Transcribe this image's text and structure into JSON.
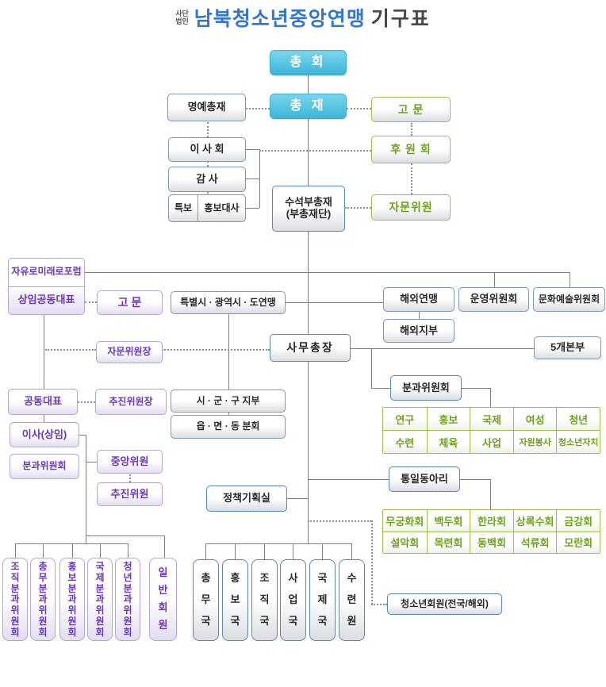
{
  "title": {
    "corp_type_line1": "사단",
    "corp_type_line2": "법인",
    "org_name": "남북청소년중앙연맹",
    "doc_type": "기구표"
  },
  "nodes": {
    "general_assembly": "총 회",
    "president": "총 재",
    "honorary_president": "명예총재",
    "advisors_green": "고 문",
    "board": "이 사 회",
    "auditor": "감 사",
    "special_advisor": "특보",
    "pr_ambassador": "홍보대사",
    "supporters": "후 원 회",
    "senior_vice_president": "수석부총재",
    "senior_vice_president_sub": "(부총재단)",
    "advisory_members": "자문위원",
    "forum": "자유로미래로포럼",
    "standing_co_representative": "상임공동대표",
    "advisors_purple": "고 문",
    "metro_federation": "특별시 · 광역시 · 도연맹",
    "overseas_federation": "해외연맹",
    "operating_committee": "운영위원회",
    "culture_arts_committee": "문화예술위원회",
    "overseas_branch": "해외지부",
    "advisory_chairman": "자문위원장",
    "secretary_general": "사무총장",
    "five_headquarters": "5개본부",
    "subcommittee_hq": "분과위원회",
    "co_representative": "공동대표",
    "promotion_chairman": "추진위원장",
    "city_county_district_branch": "시 · 군 · 구 지부",
    "township_branch": "읍 · 면 · 동 분회",
    "director_standing": "이사(상임)",
    "subcommittee_left": "분과위원회",
    "central_member": "중앙위원",
    "promotion_member": "추진위원",
    "unification_clubs": "통일동아리",
    "policy_planning_office": "정책기획실",
    "youth_members": "청소년회원(전국/해외)"
  },
  "subcommittee_table": {
    "rows": [
      [
        "연구",
        "홍보",
        "국제",
        "여성",
        "청년"
      ],
      [
        "수련",
        "체육",
        "사업",
        "자원봉사",
        "청소년자치"
      ]
    ]
  },
  "club_table": {
    "rows": [
      [
        "무궁화회",
        "백두회",
        "한라회",
        "상록수회",
        "금강회"
      ],
      [
        "설악회",
        "목련회",
        "동백회",
        "석류회",
        "모란회"
      ]
    ]
  },
  "bottom_left_boxes": [
    "조직분과위원회",
    "총무분과위원회",
    "홍보분과위원회",
    "국제분과위원회",
    "청년분과위원회",
    "일반회원"
  ],
  "bottom_mid_boxes": [
    "총무국",
    "홍보국",
    "조직국",
    "사업국",
    "국제국",
    "수련원"
  ],
  "colors": {
    "cyan_box": "#49BBDB",
    "green_text": "#6DA31C",
    "purple_text": "#6B35C9",
    "blue_border": "#5587C2",
    "steel_border": "#7D98B5",
    "title_blue": "#3277CD",
    "line_gray": "#7F7F7F"
  }
}
